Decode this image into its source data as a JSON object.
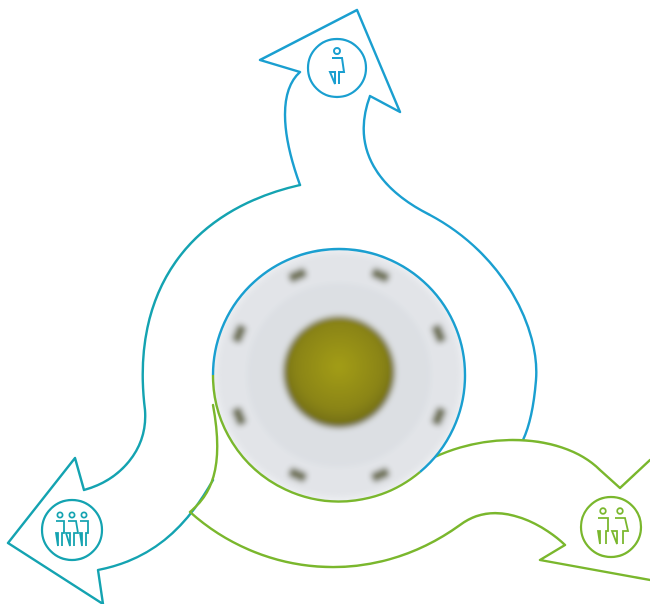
{
  "colors": {
    "blue": "#1a9fd0",
    "teal": "#14a3b1",
    "green": "#7ab72d",
    "hub_center": "#8f8a14",
    "hub_light": "#e4e6ea",
    "hub_shadow": "#575a3a",
    "background": "#ffffff"
  },
  "nodes": [
    {
      "id": "top",
      "icon": "single-person-icon",
      "color_key": "blue"
    },
    {
      "id": "left",
      "icon": "group-of-three-people-icon",
      "color_key": "teal"
    },
    {
      "id": "right",
      "icon": "two-people-icon",
      "color_key": "green"
    }
  ],
  "hub": {
    "icon": "gear-hub-icon"
  }
}
